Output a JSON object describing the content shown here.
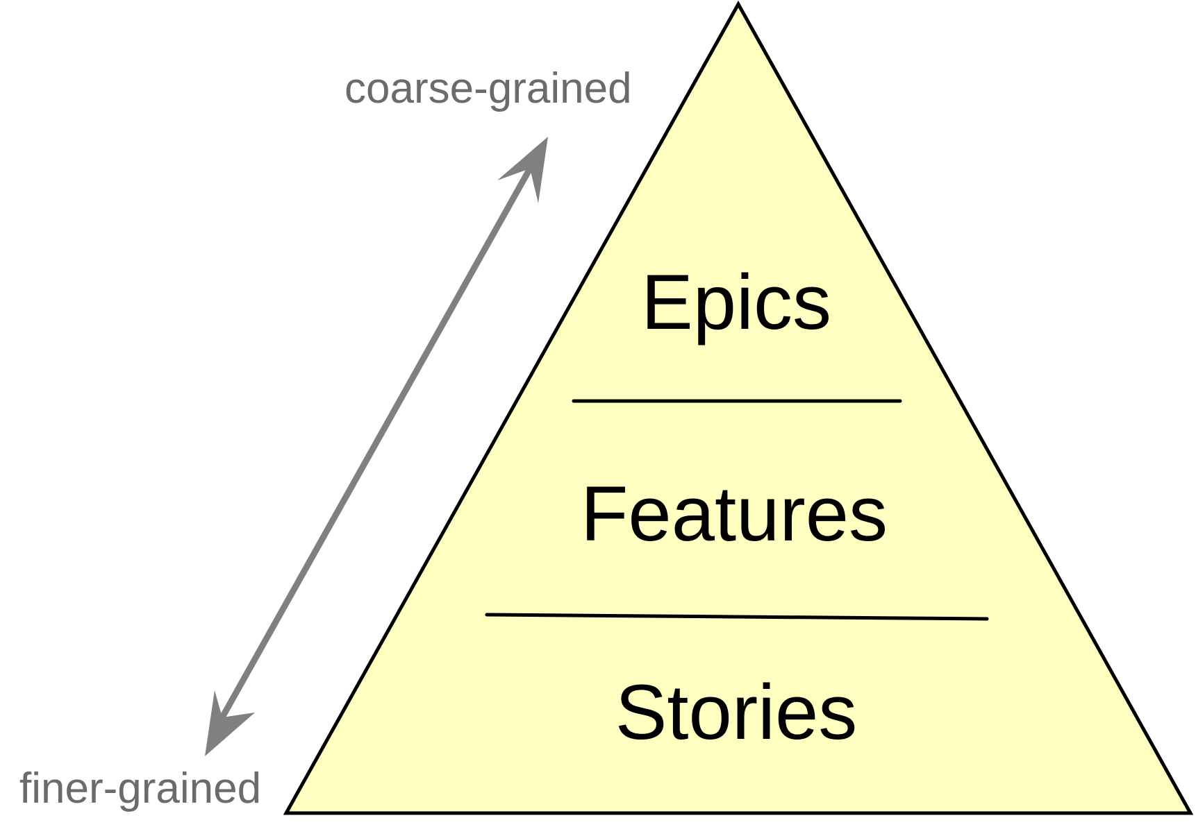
{
  "pyramid": {
    "fill_color": "#ffffc2",
    "stroke_color": "#000000",
    "levels": [
      {
        "label": "Epics"
      },
      {
        "label": "Features"
      },
      {
        "label": "Stories"
      }
    ]
  },
  "scale": {
    "arrow_color": "#808080",
    "text_color": "#6b6b6b",
    "top_label": "coarse-grained",
    "bottom_label": "finer-grained"
  }
}
